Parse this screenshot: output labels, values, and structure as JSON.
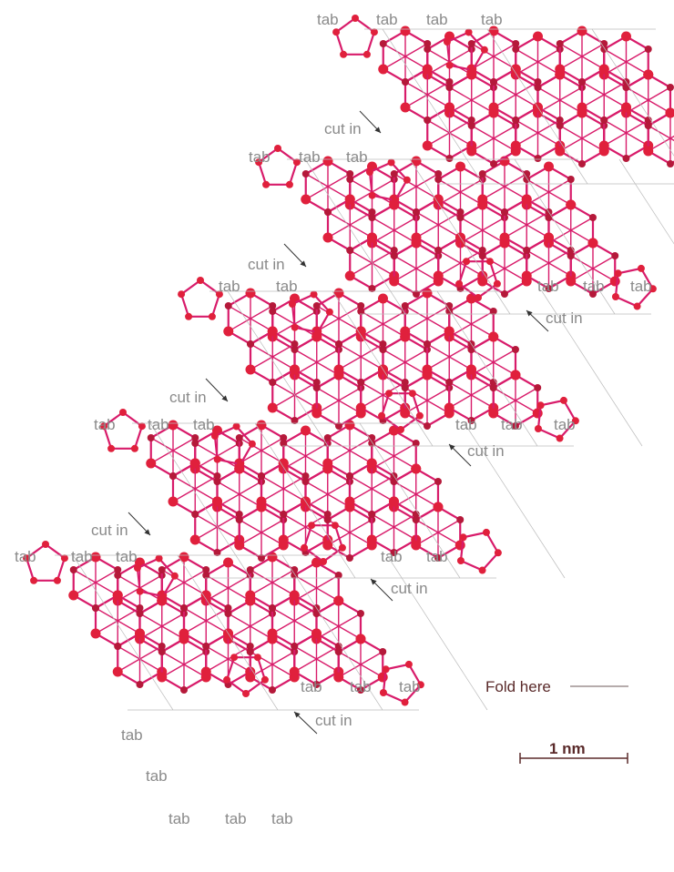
{
  "labels": {
    "tab": "tab",
    "cut_in": "cut in"
  },
  "legend": {
    "fold_here": "Fold here",
    "scale": "1 nm"
  },
  "colors": {
    "bond": "#d81b6a",
    "atom": "#e0203c",
    "atom_inner": "#b5193a",
    "fold_line": "#bdbdbd",
    "arrow": "#333333",
    "legend_text": "#5a2a2a"
  },
  "counts": {
    "tabs": 31,
    "cut_ins": 8
  }
}
